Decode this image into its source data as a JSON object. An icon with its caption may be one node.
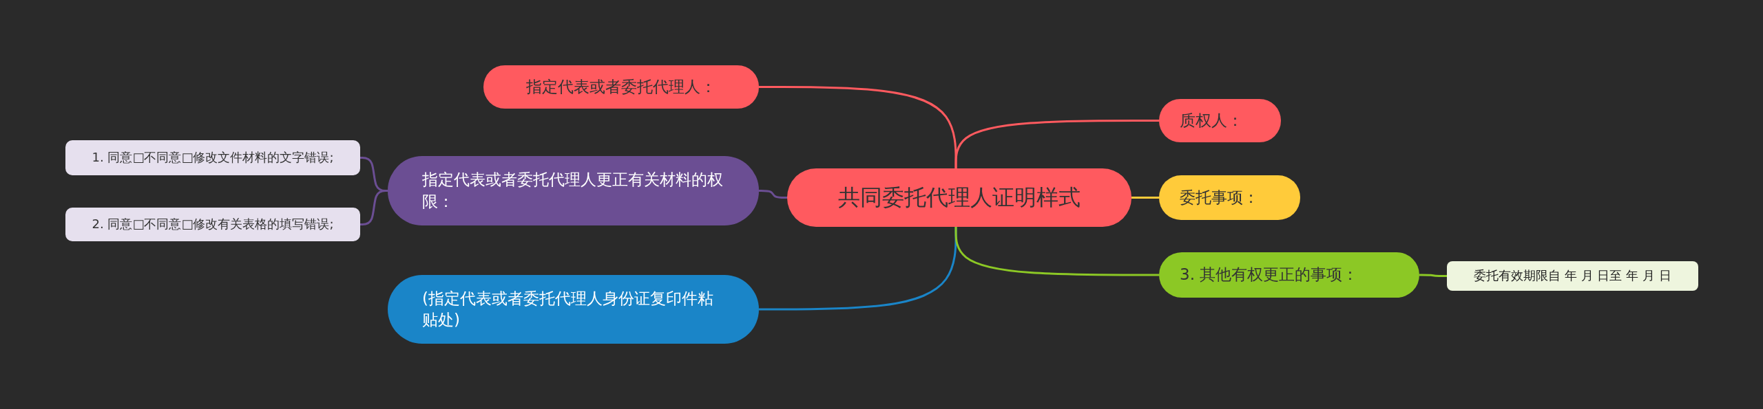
{
  "diagram": {
    "nodes": [
      {
        "text": [
          "共同委托代理人证明样式"
        ]
      },
      {
        "text": [
          "指定代表或者委托代理人："
        ]
      },
      {
        "text": [
          "指定代表或者委托代理人更正有关材料的权限："
        ]
      },
      {
        "text": [
          "1. 同意□不同意□修改文件材料的文字错误;"
        ]
      },
      {
        "text": [
          "2. 同意□不同意□修改有关表格的填写错误;"
        ]
      },
      {
        "text": [
          "(指定代表或者委托代理人身份证复印件粘贴处)"
        ]
      },
      {
        "text": [
          "质权人："
        ]
      },
      {
        "text": [
          "委托事项："
        ]
      },
      {
        "text": [
          "3. 其他有权更正的事项："
        ]
      },
      {
        "text": [
          "委托有效期限自 年 月 日至 年 月 日"
        ]
      }
    ],
    "edges": [
      {
        "from": 0,
        "to": 1,
        "arrow": "none",
        "color": "#ff5a5f"
      },
      {
        "from": 0,
        "to": 2,
        "arrow": "none",
        "color": "#6b4e93"
      },
      {
        "from": 2,
        "to": 3,
        "arrow": "none",
        "color": "#6b4e93"
      },
      {
        "from": 2,
        "to": 4,
        "arrow": "none",
        "color": "#6b4e93"
      },
      {
        "from": 0,
        "to": 5,
        "arrow": "none",
        "color": "#1a85c8"
      },
      {
        "from": 0,
        "to": 6,
        "arrow": "none",
        "color": "#ff5a5f"
      },
      {
        "from": 0,
        "to": 7,
        "arrow": "none",
        "color": "#ffcb3a"
      },
      {
        "from": 0,
        "to": 8,
        "arrow": "none",
        "color": "#8cc825"
      },
      {
        "from": 8,
        "to": 9,
        "arrow": "none",
        "color": "#8cc825"
      }
    ]
  }
}
